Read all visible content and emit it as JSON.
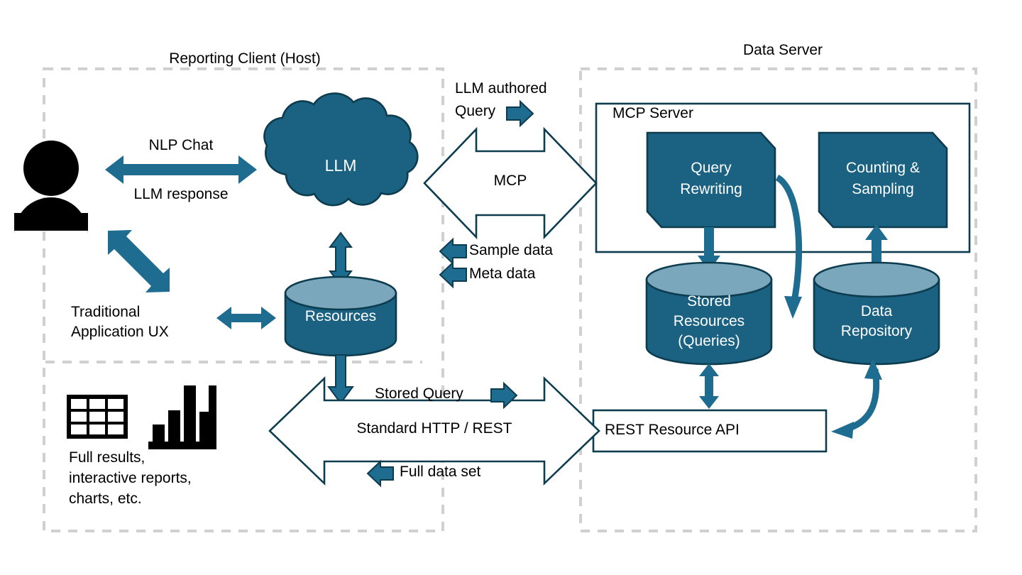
{
  "theme": {
    "fill_blue": "#1a6182",
    "stroke_dark": "#0d3c4f",
    "cyl_top": "#7ba7bd",
    "arrow_blue": "#1f6c91",
    "dashed_gray": "#d0d0d0",
    "white": "#ffffff",
    "black": "#000000"
  },
  "panels": {
    "client": {
      "title": "Reporting Client (Host)"
    },
    "server": {
      "title": "Data Server"
    }
  },
  "client": {
    "user_icon": "person-icon",
    "llm_label": "LLM",
    "resources_label": "Resources",
    "nlp_chat": "NLP Chat",
    "llm_response": "LLM response",
    "traditional_ux_line1": "Traditional",
    "traditional_ux_line2": "Application UX",
    "outputs_line1": "Full results,",
    "outputs_line2": "interactive reports,",
    "outputs_line3": "charts, etc.",
    "table_icon": "table-icon",
    "chart_icon": "bar-chart-icon"
  },
  "mcp": {
    "band_label": "MCP",
    "query_line1": "LLM authored",
    "query_line2": "Query",
    "query_arrow_icon": "block-arrow-right-icon",
    "sample_data": "Sample data",
    "sample_arrow_icon": "block-arrow-left-icon",
    "meta_data": "Meta data",
    "meta_arrow_icon": "block-arrow-left-icon"
  },
  "rest": {
    "band_label": "Standard HTTP / REST",
    "stored_query": "Stored Query",
    "stored_query_arrow_icon": "block-arrow-right-icon",
    "full_data_set": "Full data set",
    "full_data_arrow_icon": "block-arrow-left-icon"
  },
  "server": {
    "mcp_server_label": "MCP Server",
    "query_rewriting_line1": "Query",
    "query_rewriting_line2": "Rewriting",
    "counting_line1": "Counting &",
    "counting_line2": "Sampling",
    "stored_resources_line1": "Stored",
    "stored_resources_line2": "Resources",
    "stored_resources_line3": "(Queries)",
    "data_repository_line1": "Data",
    "data_repository_line2": "Repository",
    "rest_api_label": "REST Resource API"
  }
}
